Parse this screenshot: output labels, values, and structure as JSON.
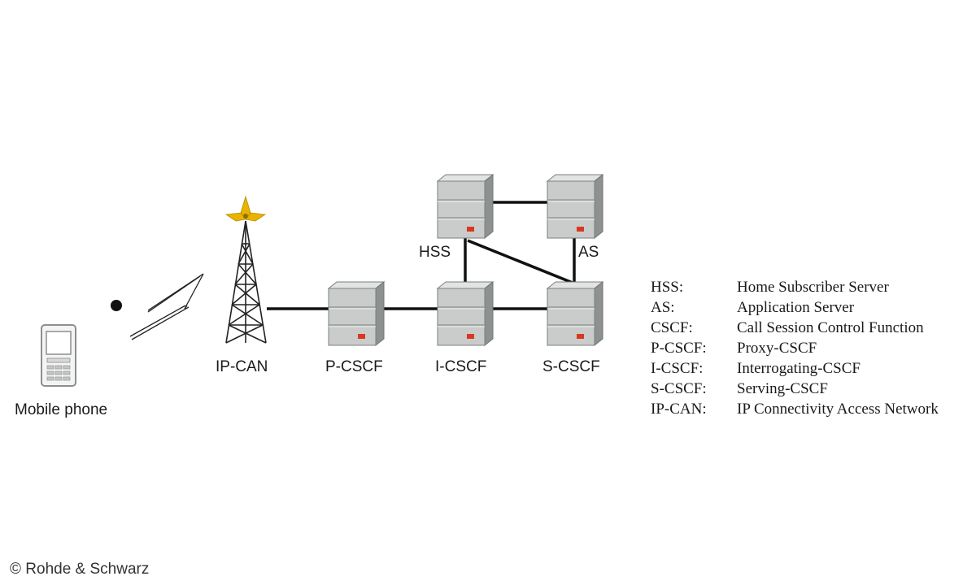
{
  "nodes": {
    "mobile": {
      "label": "Mobile phone"
    },
    "ipcan": {
      "label": "IP-CAN"
    },
    "pcscf": {
      "label": "P-CSCF"
    },
    "icscf": {
      "label": "I-CSCF"
    },
    "scscf": {
      "label": "S-CSCF"
    },
    "hss": {
      "label": "HSS"
    },
    "as": {
      "label": "AS"
    }
  },
  "legend": [
    {
      "abbr": "HSS:",
      "text": "Home Subscriber Server"
    },
    {
      "abbr": "AS:",
      "text": "Application Server"
    },
    {
      "abbr": "CSCF:",
      "text": "Call Session Control Function"
    },
    {
      "abbr": "P-CSCF:",
      "text": "Proxy-CSCF"
    },
    {
      "abbr": "I-CSCF:",
      "text": "Interrogating-CSCF"
    },
    {
      "abbr": "S-CSCF:",
      "text": "Serving-CSCF"
    },
    {
      "abbr": "IP-CAN:",
      "text": "IP Connectivity Access Network"
    }
  ],
  "copyright": "© Rohde & Schwarz",
  "colors": {
    "server_front": "#c9cccb",
    "server_top": "#e2e4e3",
    "server_side": "#8d918f",
    "led": "#d9381e",
    "antenna": "#e8b400"
  }
}
